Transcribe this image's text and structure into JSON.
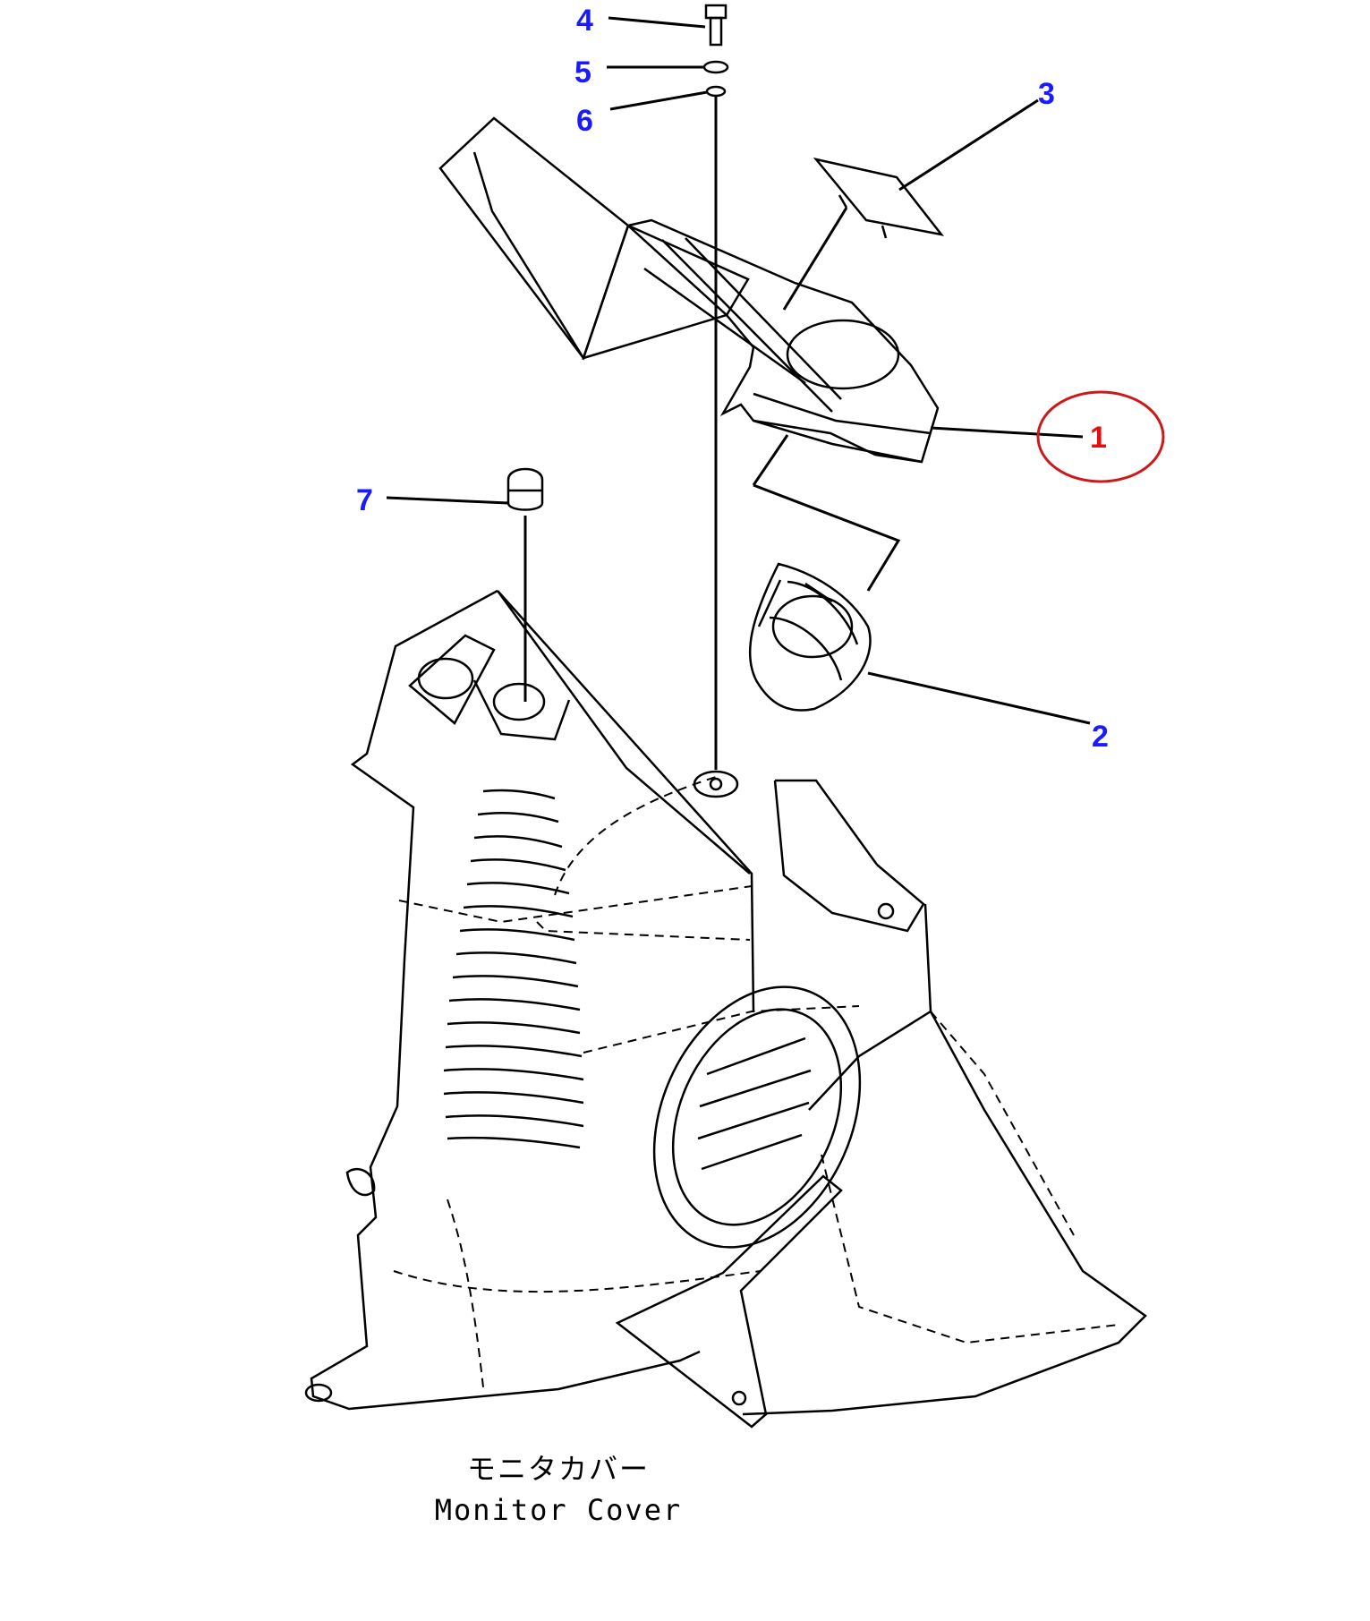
{
  "callouts": [
    {
      "number": "4",
      "color": "#1a1aff"
    },
    {
      "number": "5",
      "color": "#1a1aff"
    },
    {
      "number": "6",
      "color": "#1a1aff"
    },
    {
      "number": "3",
      "color": "#1a1aff"
    },
    {
      "number": "1",
      "color": "#e01010",
      "highlighted": true
    },
    {
      "number": "7",
      "color": "#1a1aff"
    },
    {
      "number": "2",
      "color": "#1a1aff"
    }
  ],
  "highlight_color": "#cc1a1a",
  "caption": {
    "japanese": "モニタカバー",
    "english": "Monitor Cover"
  }
}
